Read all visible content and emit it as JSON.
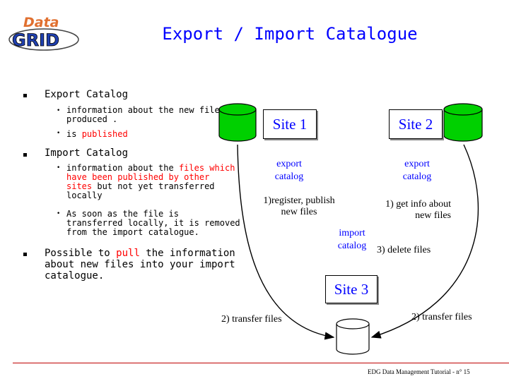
{
  "logo": {
    "top_text": "Data",
    "bottom_text": "GRID"
  },
  "title": "Export / Import Catalogue",
  "export_catalog": {
    "heading": "Export Catalog",
    "items": [
      {
        "line1": "information about the new files",
        "line2": "produced ."
      },
      {
        "pre": "is ",
        "highlight": "published"
      }
    ]
  },
  "import_catalog": {
    "heading": "Import Catalog",
    "item1": {
      "l1_pre": "information about the ",
      "l1_hl": "files which",
      "l2_hl": "have been published by other",
      "l3_hl": "sites",
      "l3_post": " but not yet transferred",
      "l4": "locally"
    },
    "item2": {
      "l1": "As soon as the file is",
      "l2": "transferred locally, it is removed",
      "l3": "from the import catalogue."
    }
  },
  "pull": {
    "l1_pre": "Possible to ",
    "l1_hl": "pull",
    "l1_post": " the information",
    "l2": "about new files into your import",
    "l3": "catalogue."
  },
  "diagram": {
    "site1": "Site 1",
    "site2": "Site 2",
    "site3": "Site 3",
    "export1": {
      "l1": "export",
      "l2": "catalog"
    },
    "export2": {
      "l1": "export",
      "l2": "catalog"
    },
    "import3": {
      "l1": "import",
      "l2": "catalog"
    },
    "step1a": {
      "l1": "1)register, publish",
      "l2": "new files"
    },
    "step1b": {
      "l1": "1) get info about",
      "l2": "new files"
    },
    "step3": "3) delete files",
    "step2a": "2) transfer files",
    "step2b": "2) transfer files"
  },
  "colors": {
    "accent": "#0000ff",
    "highlight": "#ff0000",
    "cylinder": "#00d000",
    "footer_line": "#c00000"
  },
  "footer": "EDG Data Management Tutorial - n° 15"
}
